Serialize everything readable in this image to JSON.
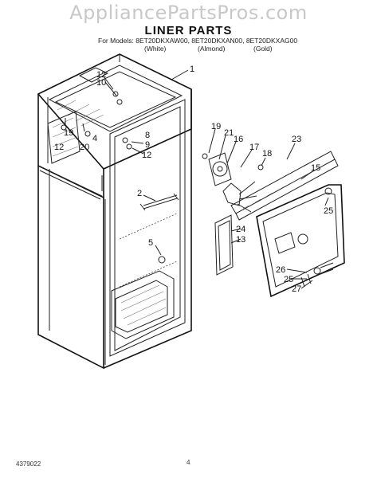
{
  "header": {
    "watermark": "AppliancePartsPros.com",
    "title": "LINER PARTS",
    "models_line": "For Models: 8ET20DKXAW00, 8ET20DKXAN00, 8ET20DKXAG00",
    "finish_white": "(White)",
    "finish_almond": "(Almond)",
    "finish_gold": "(Gold)"
  },
  "callouts": [
    "1",
    "12",
    "10",
    "12",
    "19",
    "20",
    "4",
    "8",
    "9",
    "12",
    "19",
    "21",
    "16",
    "17",
    "18",
    "23",
    "15",
    "2",
    "25",
    "24",
    "13",
    "5",
    "26",
    "25",
    "27"
  ],
  "footer": {
    "part_number": "4379022",
    "page_mark": "4"
  }
}
